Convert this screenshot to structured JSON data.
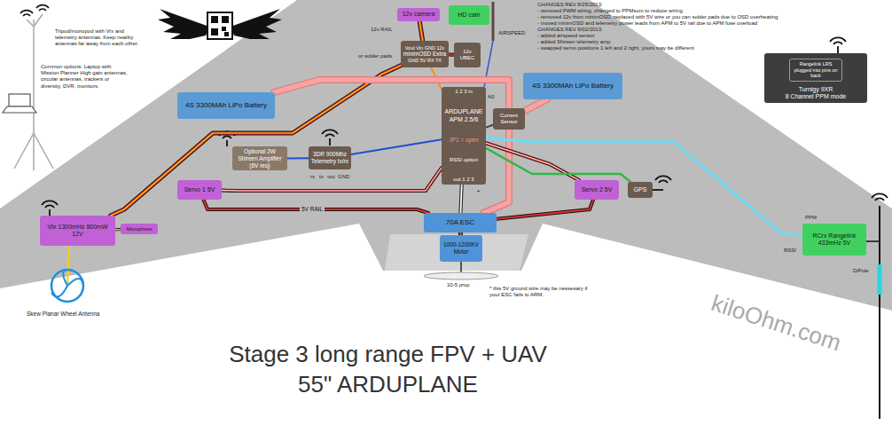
{
  "diagram": {
    "title": "Stage 3 long range FPV + UAV 55\" ARDUPLANE",
    "nodes": [
      {
        "text": [
          "12v camera"
        ]
      },
      {
        "text": [
          "HD cam"
        ]
      },
      {
        "text": [
          "Vout Vin GND 12v",
          "minimOSD Extra",
          "GND 5V RX TX"
        ]
      },
      {
        "text": [
          "12v UBEC"
        ]
      },
      {
        "text": [
          "4S 3300MAh LiPo Battery"
        ]
      },
      {
        "text": [
          "4S 3300MAh LiPo Battery"
        ]
      },
      {
        "text": [
          "1 2 3 in",
          "ARDUPLANE APM 2.5/6",
          "JP1 = open",
          "RSSI option",
          "out 1 2 3"
        ]
      },
      {
        "text": [
          "Current Sensor"
        ]
      },
      {
        "text": [
          "Optional 2W Shireen Amplifier (6V req)"
        ]
      },
      {
        "text": [
          "3DR 900Mhz Telemetry tx/rx"
        ]
      },
      {
        "text": [
          "Servo 1 5V"
        ]
      },
      {
        "text": [
          "Servo 2 5V"
        ]
      },
      {
        "text": [
          "GPS"
        ]
      },
      {
        "text": [
          "70A ESC"
        ]
      },
      {
        "text": [
          "1000-1200KV Motor"
        ]
      },
      {
        "text": [
          "Vtx 1300mHz 800mW 12V"
        ]
      },
      {
        "text": [
          "Microphone"
        ]
      },
      {
        "text": [
          "Turnigy 9XR",
          "8 Channel PPM mode"
        ]
      },
      {
        "text": [
          "Rangelink LRS plugged into pins on back"
        ],
        "in": 17
      },
      {
        "text": [
          "RCrx Rangelink 433mHz 5V"
        ]
      }
    ],
    "edges": [
      {
        "from": 0,
        "to": 2,
        "arrow": "none"
      },
      {
        "from": 3,
        "to": 2,
        "arrow": "none"
      },
      {
        "from": 2,
        "to": 15,
        "arrow": "none"
      },
      {
        "from": 15,
        "to": 16,
        "arrow": "none"
      },
      {
        "from": 2,
        "to": 6,
        "arrow": "none"
      },
      {
        "from": 4,
        "to": 7,
        "arrow": "none"
      },
      {
        "from": 5,
        "to": 7,
        "arrow": "none"
      },
      {
        "from": 7,
        "to": 6,
        "arrow": "none"
      },
      {
        "from": 7,
        "to": 13,
        "arrow": "none"
      },
      {
        "from": 6,
        "to": 13,
        "arrow": "none"
      },
      {
        "from": 6,
        "to": 10,
        "arrow": "none"
      },
      {
        "from": 6,
        "to": 11,
        "arrow": "none"
      },
      {
        "from": 6,
        "to": 12,
        "arrow": "none"
      },
      {
        "from": 6,
        "to": 9,
        "arrow": "none"
      },
      {
        "from": 9,
        "to": 8,
        "arrow": "none"
      },
      {
        "from": 6,
        "to": 19,
        "arrow": "none"
      },
      {
        "from": 13,
        "to": 14,
        "arrow": "none"
      },
      {
        "from": 10,
        "to": 13,
        "label": "5V RAIL",
        "arrow": "none"
      },
      {
        "from": 13,
        "to": 11,
        "arrow": "none"
      }
    ],
    "labels": [
      "CHANGES REV 8/25/2013:",
      "- removed PWM wiring, changed to PPMsum to reduce wiring",
      "- removed 12v from minimOSD, replaced with 5V wire or you can solder pads due to OSD overheating",
      "- moved minimOSD and telemetry power leads from APM to 5V rail due to APM fuse overload",
      "CHANGES REV 9/02/2013:",
      "- added airspeed sensor",
      "- added Shireen telemetry amp",
      "- swapped servo positions 1 left and 2 right, yours may be different",
      "Tripod/monopod with Vrx and telemetry antennas. Keep nearby antennas far away from each other.",
      "Common options: Laptop with Mission Planner High gain antennas, circular antennas, trackers or diversity, DVR, monitors.",
      "12v RAIL",
      "AIRSPEED",
      "or solder pads",
      "A0",
      "rx",
      "tx",
      "vcc",
      "GND",
      "*",
      "10-5 prop",
      "* this 5V ground wire may be nessesary if your ESC fails to ARM.",
      "Skew Planar Wheel Antenna",
      "PPM",
      "RSSI",
      "DiPole",
      "kiloOhm.com"
    ]
  }
}
